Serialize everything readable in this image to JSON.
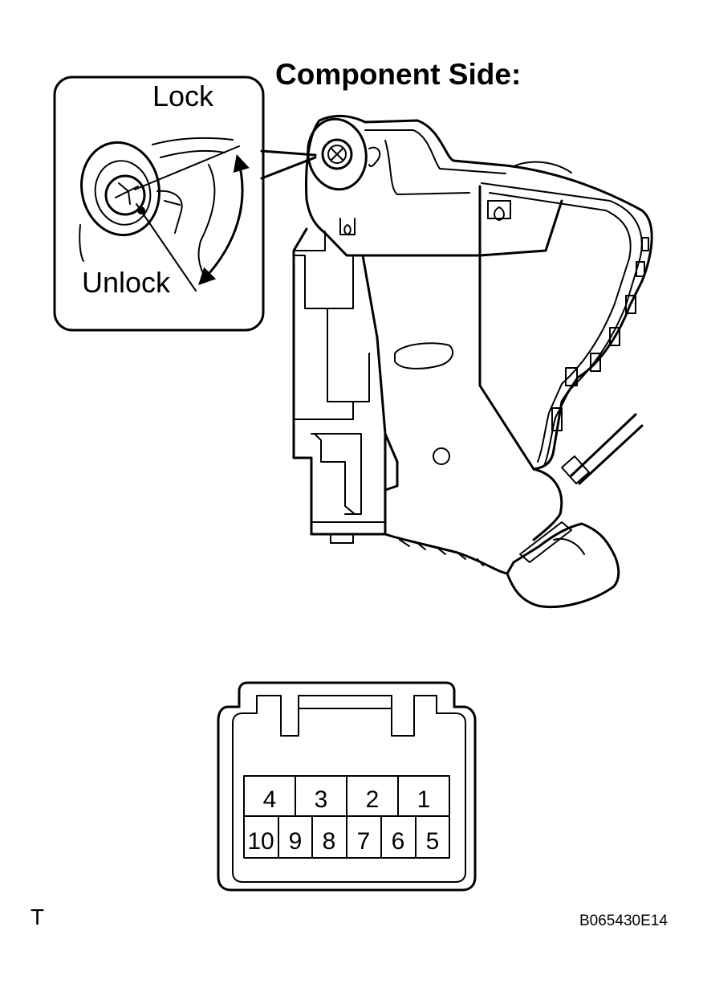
{
  "title": "Component Side:",
  "inset": {
    "lock_label": "Lock",
    "unlock_label": "Unlock"
  },
  "connector": {
    "top_row": [
      "4",
      "3",
      "2",
      "1"
    ],
    "bottom_row": [
      "10",
      "9",
      "8",
      "7",
      "6",
      "5"
    ]
  },
  "footer": {
    "corner_mark": "T",
    "figure_code": "B065430E14"
  }
}
